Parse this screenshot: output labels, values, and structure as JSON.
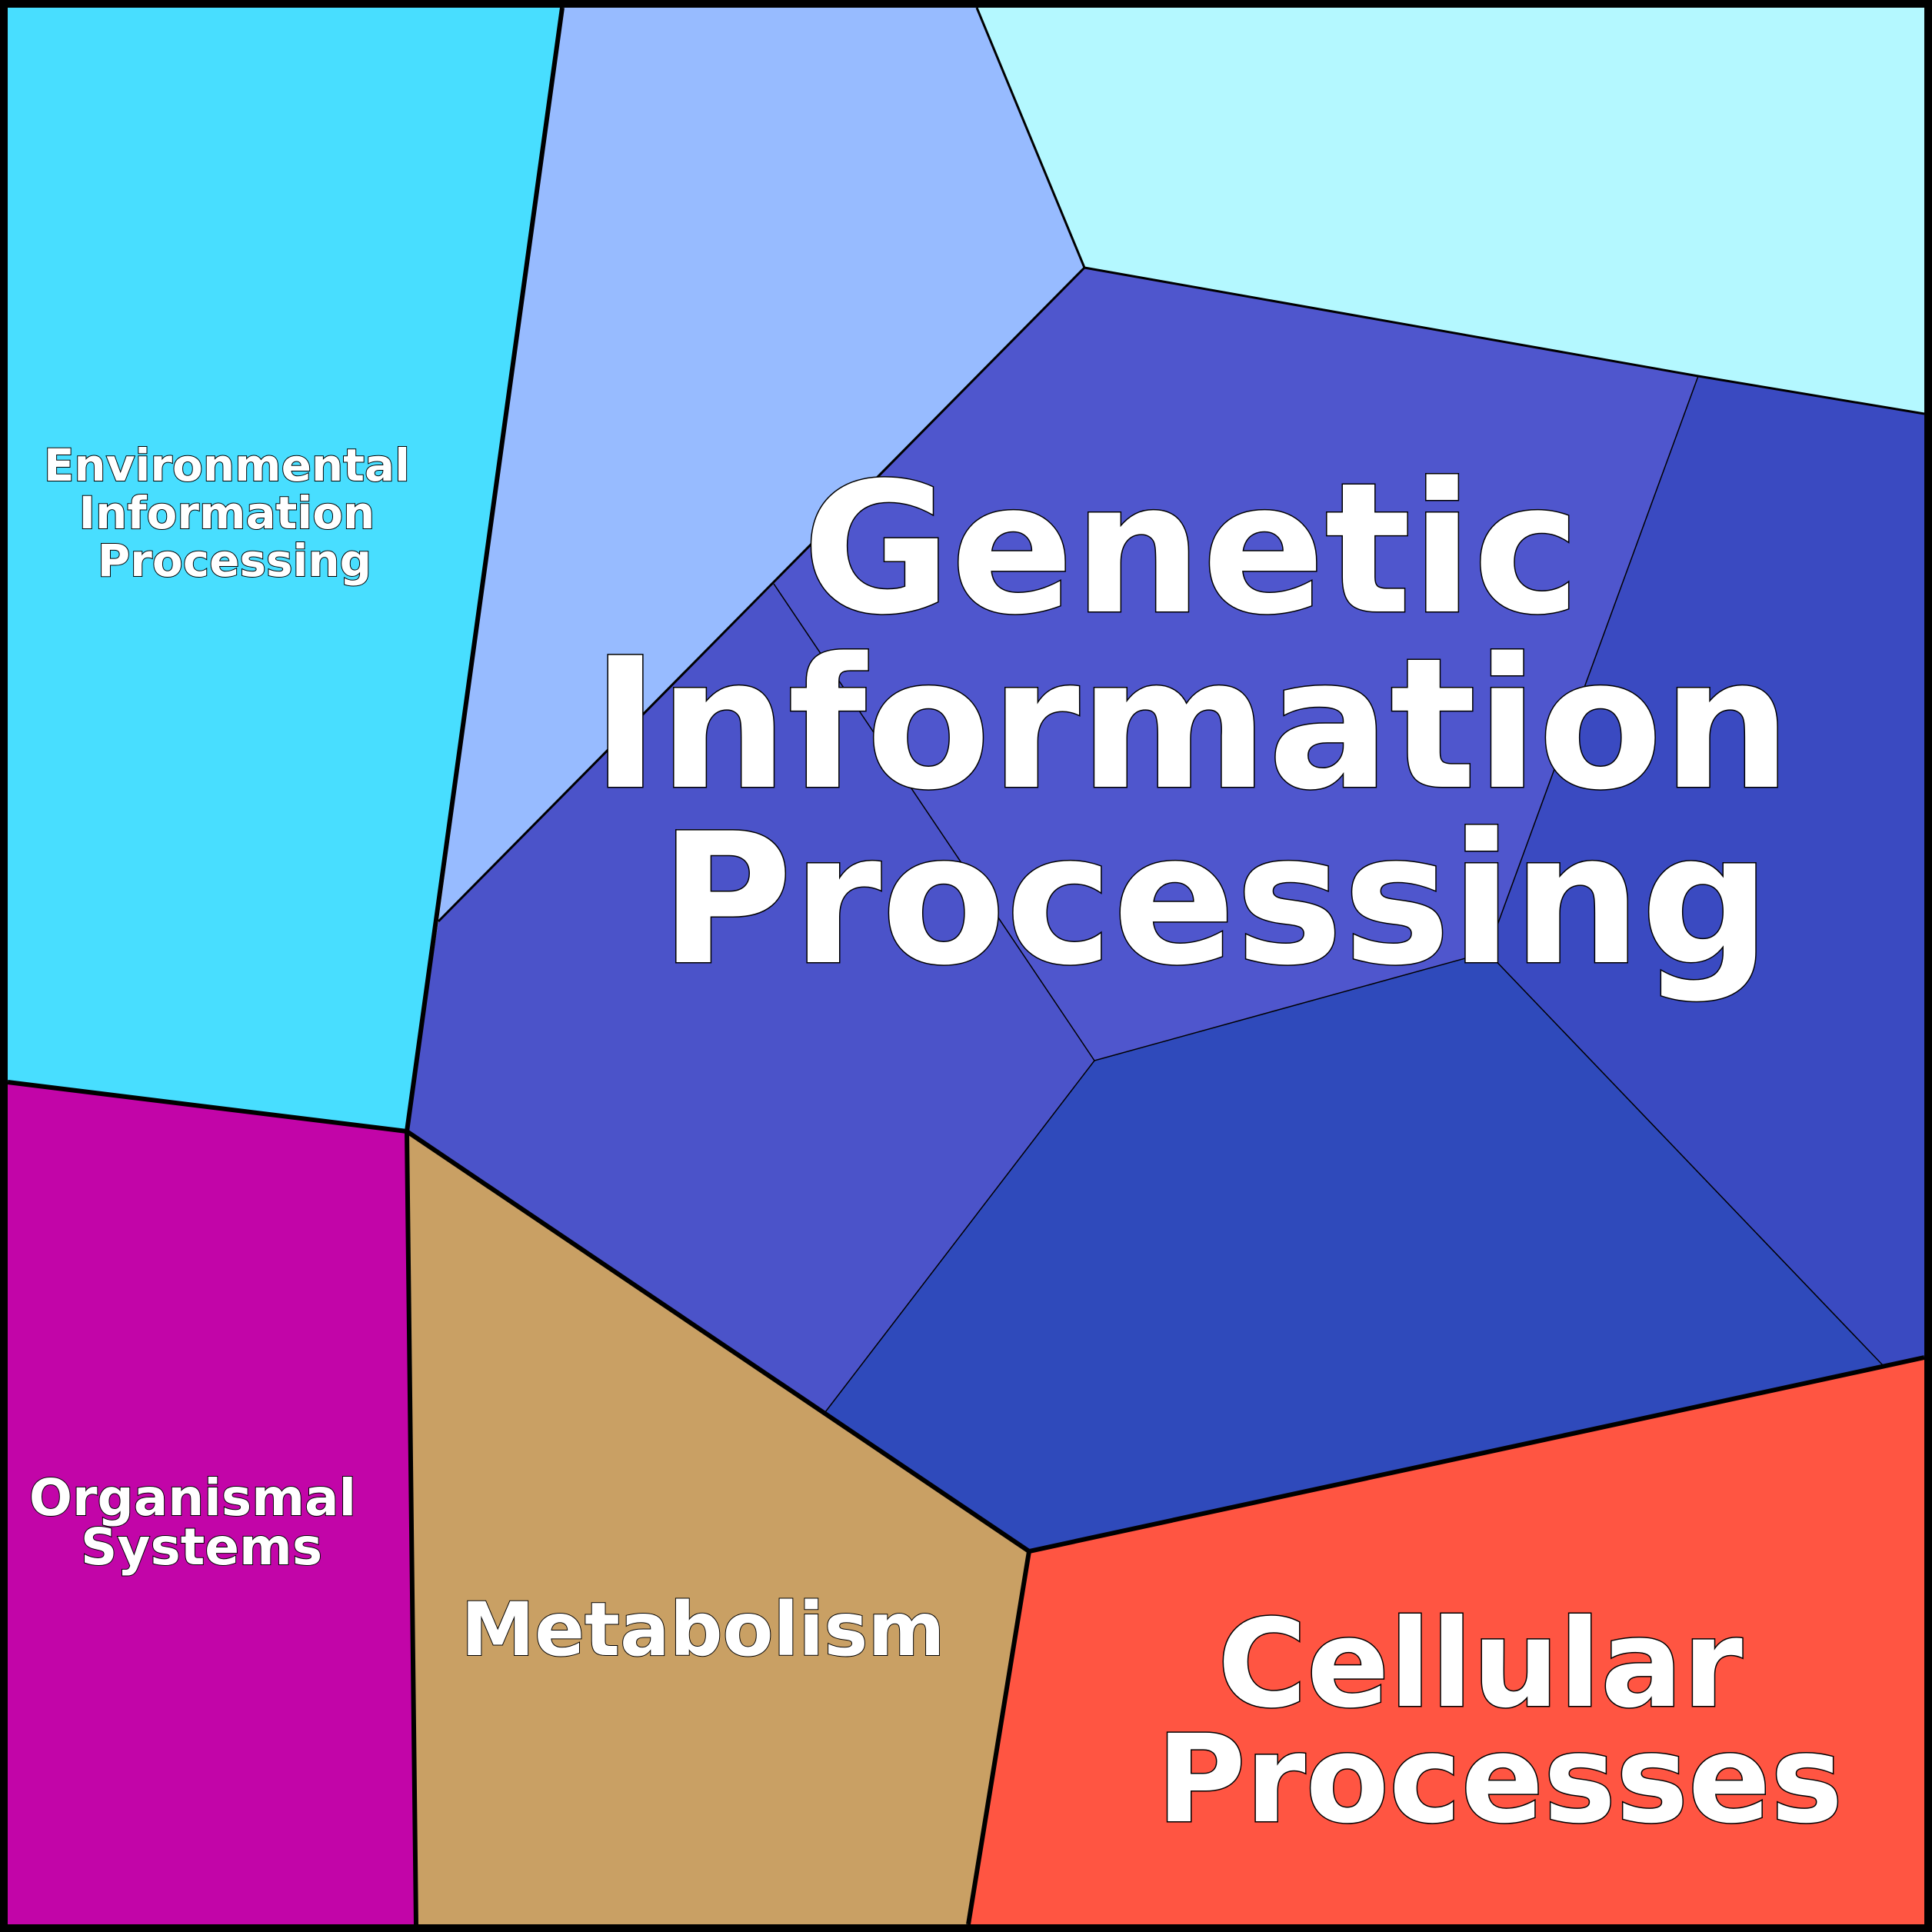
{
  "title": "Voronoi treemap of pathway categories",
  "categories": [
    {
      "id": "environmental",
      "label_lines": [
        "Environmental",
        "Information",
        "Processing"
      ],
      "color": "#48DEFF"
    },
    {
      "id": "genetic",
      "label_lines": [
        "Genetic",
        "Information",
        "Processing"
      ],
      "color": "#4B53C9"
    },
    {
      "id": "organismal",
      "label_lines": [
        "Organismal",
        "Systems"
      ],
      "color": "#C205A8"
    },
    {
      "id": "metabolism",
      "label_lines": [
        "Metabolism"
      ],
      "color": "#C9A064"
    },
    {
      "id": "cellular",
      "label_lines": [
        "Cellular",
        "Processes"
      ],
      "color": "#FF5542"
    }
  ],
  "sub_cells": [
    {
      "parent": "environmental",
      "color": "#48DEFF"
    },
    {
      "parent": "environmental",
      "color": "#97BBFF"
    },
    {
      "parent": "environmental",
      "color": "#B4F8FF"
    },
    {
      "parent": "genetic",
      "color": "#4F56CD"
    },
    {
      "parent": "genetic",
      "color": "#3A4AC1"
    },
    {
      "parent": "genetic",
      "color": "#4B53C9"
    },
    {
      "parent": "genetic",
      "color": "#2F4ABB"
    },
    {
      "parent": "organismal",
      "color": "#C205A8"
    },
    {
      "parent": "metabolism",
      "color": "#C9A064"
    },
    {
      "parent": "cellular",
      "color": "#FF5542"
    }
  ]
}
